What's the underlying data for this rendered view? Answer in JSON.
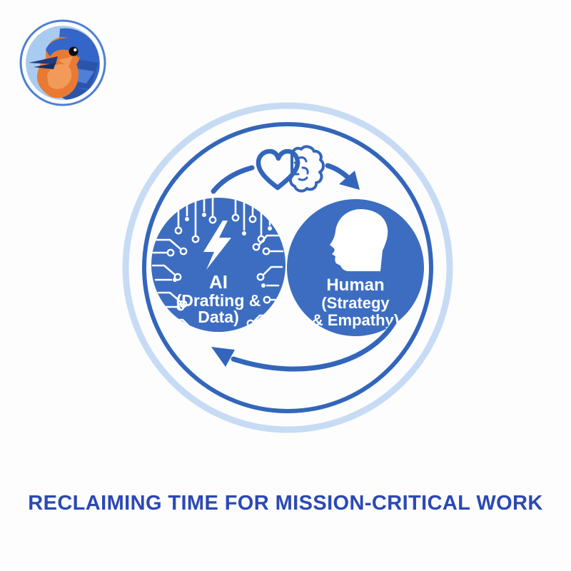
{
  "brand": {
    "logo_icon": "bluebird-avatar"
  },
  "diagram": {
    "top_icon": "heart-brain",
    "arrows": {
      "top": "left-to-right",
      "bottom": "right-to-left"
    },
    "ai": {
      "icon": "lightning-bolt",
      "lines": [
        "AI",
        "(Drafting &",
        "Data)"
      ]
    },
    "human": {
      "icon": "head-silhouette",
      "lines": [
        "Human",
        "(Strategy",
        "& Empathy)"
      ]
    }
  },
  "caption": {
    "text": "RECLAIMING TIME FOR MISSION-CRITICAL WORK"
  },
  "colors": {
    "primary_blue": "#3366BB",
    "circle_fill": "#3C6DC1",
    "ring_light": "#C7DBF4",
    "caption_text": "#2B49B4",
    "pattern_white": "#FFFFFF",
    "logo_bg": "#AACBF0",
    "bird_orange": "#E87A33",
    "bird_blue": "#3465C8"
  }
}
